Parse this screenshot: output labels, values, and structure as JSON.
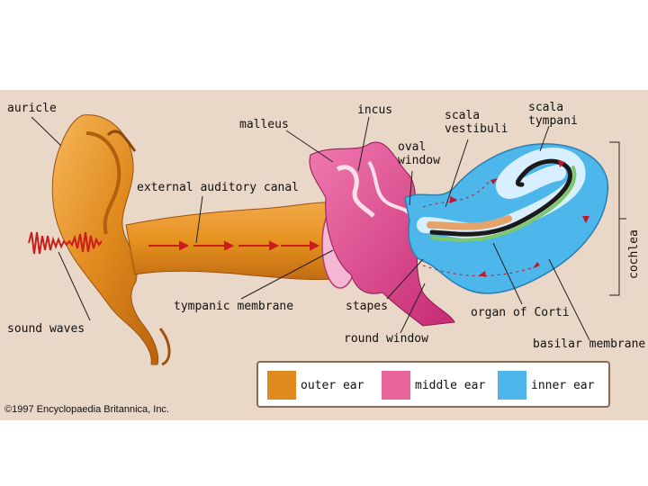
{
  "labels": {
    "auricle": "auricle",
    "malleus": "malleus",
    "incus": "incus",
    "scala_vestibuli_1": "scala",
    "scala_vestibuli_2": "vestibuli",
    "scala_tympani_1": "scala",
    "scala_tympani_2": "tympani",
    "oval_window_1": "oval",
    "oval_window_2": "window",
    "external_auditory_canal": "external auditory canal",
    "cochlea": "cochlea",
    "tympanic_membrane": "tympanic membrane",
    "stapes": "stapes",
    "sound_waves": "sound waves",
    "round_window": "round window",
    "organ_of_corti": "organ of Corti",
    "basilar_membrane": "basilar membrane"
  },
  "legend": [
    {
      "label": "outer ear",
      "color": "#e08a1e"
    },
    {
      "label": "middle ear",
      "color": "#e8649a"
    },
    {
      "label": "inner ear",
      "color": "#4db6ea"
    }
  ],
  "copyright": "©1997 Encyclopaedia Britannica, Inc.",
  "colors": {
    "background": "#e9d7c7",
    "outer_ear": "#e08a1e",
    "middle_ear": "#d9327e",
    "inner_ear": "#4db6ea",
    "wave": "#cc1d1d"
  }
}
